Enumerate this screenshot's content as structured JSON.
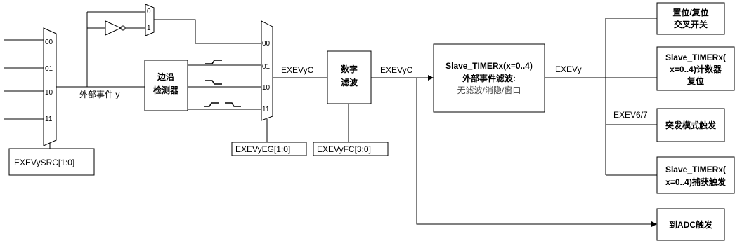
{
  "mux1": {
    "inputs": [
      "00",
      "01",
      "10",
      "11"
    ],
    "select_label": "EXEVySRC[1:0]"
  },
  "inv_mux": {
    "inputs": [
      "0",
      "1"
    ]
  },
  "signals": {
    "ext_event": "外部事件 y",
    "exevyc_1": "EXEVyC",
    "exevyc_2": "EXEVyC",
    "exevy": "EXEVy",
    "exev67": "EXEV6/7"
  },
  "edge_detector": {
    "line1": "边沿",
    "line2": "检测器"
  },
  "mux2": {
    "inputs": [
      "00",
      "01",
      "10",
      "11"
    ],
    "select_label": "EXEVyEG[1:0]"
  },
  "digital_filter": {
    "line1": "数字",
    "line2": "滤波",
    "select_label": "EXEVyFC[3:0]"
  },
  "slave_filter": {
    "line1": "Slave_TIMERx(x=0..4)",
    "line2": "外部事件滤波:",
    "line3": "无滤波/消隐/窗口"
  },
  "outputs": {
    "reset_switch": {
      "line1": "置位/复位",
      "line2": "交叉开关"
    },
    "counter_reset": {
      "line1": "Slave_TIMERx(",
      "line2": "x=0..4)计数器",
      "line3": "复位"
    },
    "burst_trigger": {
      "line1": "突发模式触发"
    },
    "capture_trigger": {
      "line1": "Slave_TIMERx(",
      "line2": "x=0..4)捕获触发"
    },
    "adc_trigger": {
      "line1": "到ADC触发"
    }
  }
}
